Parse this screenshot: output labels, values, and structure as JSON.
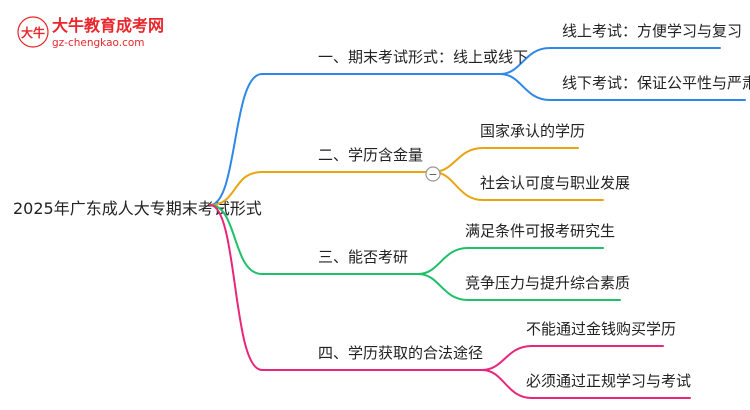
{
  "logo": {
    "title": "大牛教育成考网",
    "url": "gz-chengkao.com",
    "mark_text": "大牛"
  },
  "root": {
    "label": "2025年广东成人大专期末考试形式"
  },
  "branches": [
    {
      "label": "一、期末考试形式：线上或线下",
      "color": "#2f88e8",
      "children": [
        {
          "label": "线上考试：方便学习与复习"
        },
        {
          "label": "线下考试：保证公平性与严肃性"
        }
      ]
    },
    {
      "label": "二、学历含金量",
      "color": "#e8a50f",
      "collapse_symbol": "−",
      "children": [
        {
          "label": "国家承认的学历"
        },
        {
          "label": "社会认可度与职业发展"
        }
      ]
    },
    {
      "label": "三、能否考研",
      "color": "#1fc069",
      "children": [
        {
          "label": "满足条件可报考研究生"
        },
        {
          "label": "竞争压力与提升综合素质"
        }
      ]
    },
    {
      "label": "四、学历获取的合法途径",
      "color": "#e8267a",
      "children": [
        {
          "label": "不能通过金钱购买学历"
        },
        {
          "label": "必须通过正规学习与考试"
        }
      ]
    }
  ]
}
